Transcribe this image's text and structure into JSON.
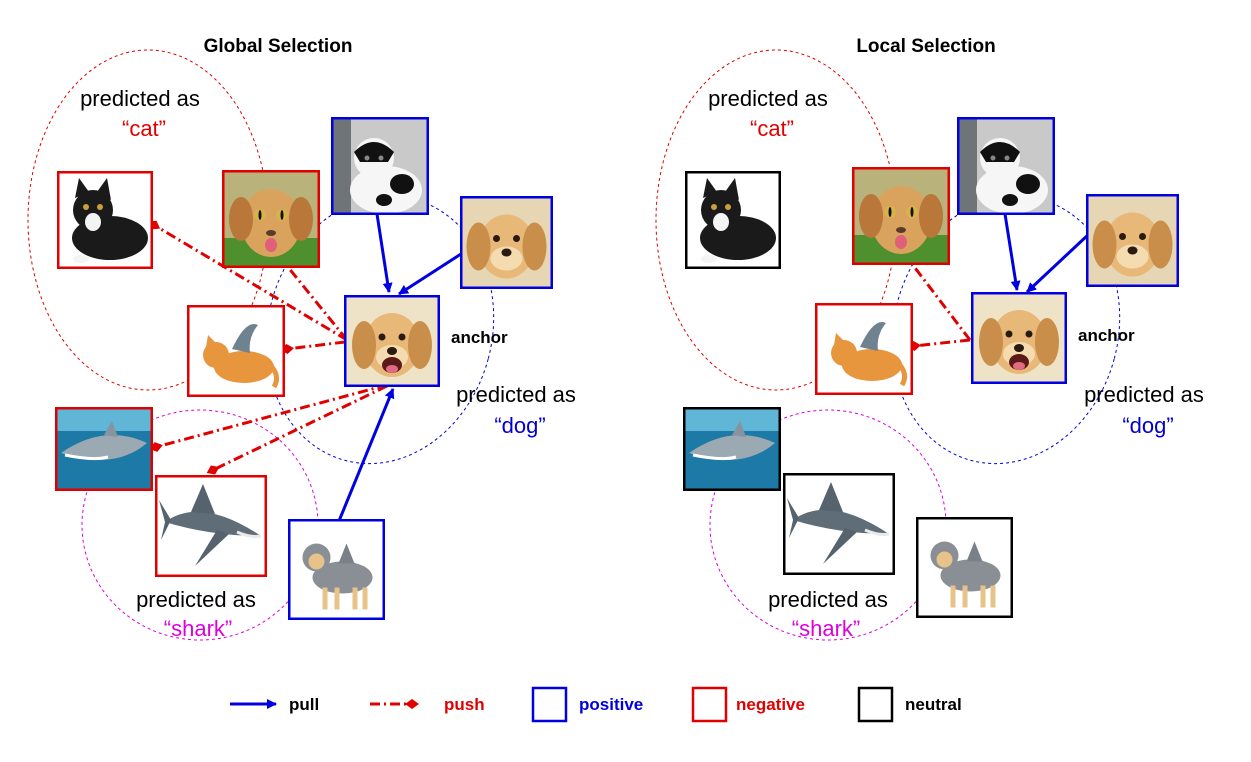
{
  "panels": [
    {
      "title": "Global Selection",
      "anchor_label": "anchor",
      "regions": [
        {
          "prefix": "predicted as",
          "cls": "“cat”",
          "color": "#e00000"
        },
        {
          "prefix": "predicted as",
          "cls": "“dog”",
          "color": "#0000d0"
        },
        {
          "prefix": "predicted as",
          "cls": "“shark”",
          "color": "#dd00dd"
        }
      ],
      "images": [
        {
          "id": "cat",
          "subject": "cat-photo",
          "role": "negative"
        },
        {
          "id": "catdog",
          "subject": "cat-face-on-dog-photo",
          "role": "negative"
        },
        {
          "id": "cowcat",
          "subject": "black-white-cat-photo",
          "role": "positive"
        },
        {
          "id": "puppy",
          "subject": "golden-puppy-photo",
          "role": "positive"
        },
        {
          "id": "anchor",
          "subject": "anchor-puppy-photo",
          "role": "positive"
        },
        {
          "id": "sharkcat",
          "subject": "cat-with-shark-fin-photo",
          "role": "negative"
        },
        {
          "id": "shark1",
          "subject": "shark-underwater-photo",
          "role": "negative"
        },
        {
          "id": "shark2",
          "subject": "shark-photo",
          "role": "negative"
        },
        {
          "id": "sharkdog",
          "subject": "dog-in-shark-costume-photo",
          "role": "positive"
        }
      ]
    },
    {
      "title": "Local Selection",
      "anchor_label": "anchor",
      "regions": [
        {
          "prefix": "predicted as",
          "cls": "“cat”",
          "color": "#e00000"
        },
        {
          "prefix": "predicted as",
          "cls": "“dog”",
          "color": "#0000d0"
        },
        {
          "prefix": "predicted as",
          "cls": "“shark”",
          "color": "#dd00dd"
        }
      ],
      "images": [
        {
          "id": "cat",
          "subject": "cat-photo",
          "role": "neutral"
        },
        {
          "id": "catdog",
          "subject": "cat-face-on-dog-photo",
          "role": "negative"
        },
        {
          "id": "cowcat",
          "subject": "black-white-cat-photo",
          "role": "positive"
        },
        {
          "id": "puppy",
          "subject": "golden-puppy-photo",
          "role": "positive"
        },
        {
          "id": "anchor",
          "subject": "anchor-puppy-photo",
          "role": "positive"
        },
        {
          "id": "sharkcat",
          "subject": "cat-with-shark-fin-photo",
          "role": "negative"
        },
        {
          "id": "shark1",
          "subject": "shark-underwater-photo",
          "role": "neutral"
        },
        {
          "id": "shark2",
          "subject": "shark-photo",
          "role": "neutral"
        },
        {
          "id": "sharkdog",
          "subject": "dog-in-shark-costume-photo",
          "role": "neutral"
        }
      ]
    }
  ],
  "legend": [
    {
      "key": "pull",
      "label": "pull",
      "color": "#0000e0",
      "icon": "arrow-icon"
    },
    {
      "key": "push",
      "label": "push",
      "color": "#e00000",
      "icon": "dash-dot-diamond-icon"
    },
    {
      "key": "positive",
      "label": "positive",
      "color": "#0000e0",
      "icon": "blue-square-icon"
    },
    {
      "key": "negative",
      "label": "negative",
      "color": "#e00000",
      "icon": "red-square-icon"
    },
    {
      "key": "neutral",
      "label": "neutral",
      "color": "#000000",
      "icon": "black-square-icon"
    }
  ],
  "colors": {
    "positive": "#0000e0",
    "negative": "#e00000",
    "neutral": "#000000",
    "cat_region": "#e00000",
    "dog_region": "#0000d0",
    "shark_region": "#dd00dd"
  }
}
